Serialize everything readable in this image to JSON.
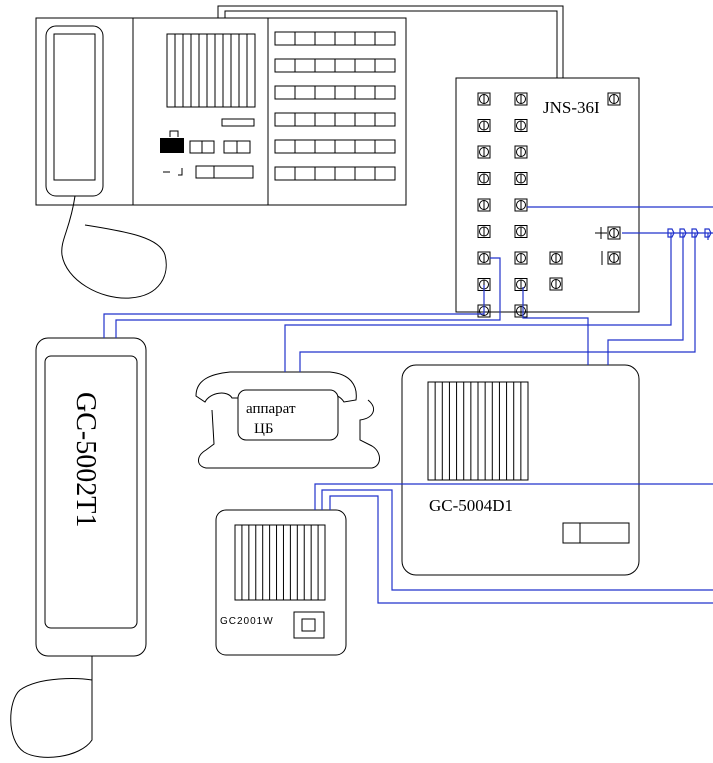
{
  "diagram": {
    "labels": {
      "jns": "JNS-36I",
      "gc5002": "GC-5002T1",
      "phone_line1": "аппарат",
      "phone_line2": "ЦБ",
      "gc5004": "GC-5004D1",
      "gc2001": "GC2001W"
    },
    "colors": {
      "wire": "#2233cc",
      "line": "#000000"
    }
  }
}
